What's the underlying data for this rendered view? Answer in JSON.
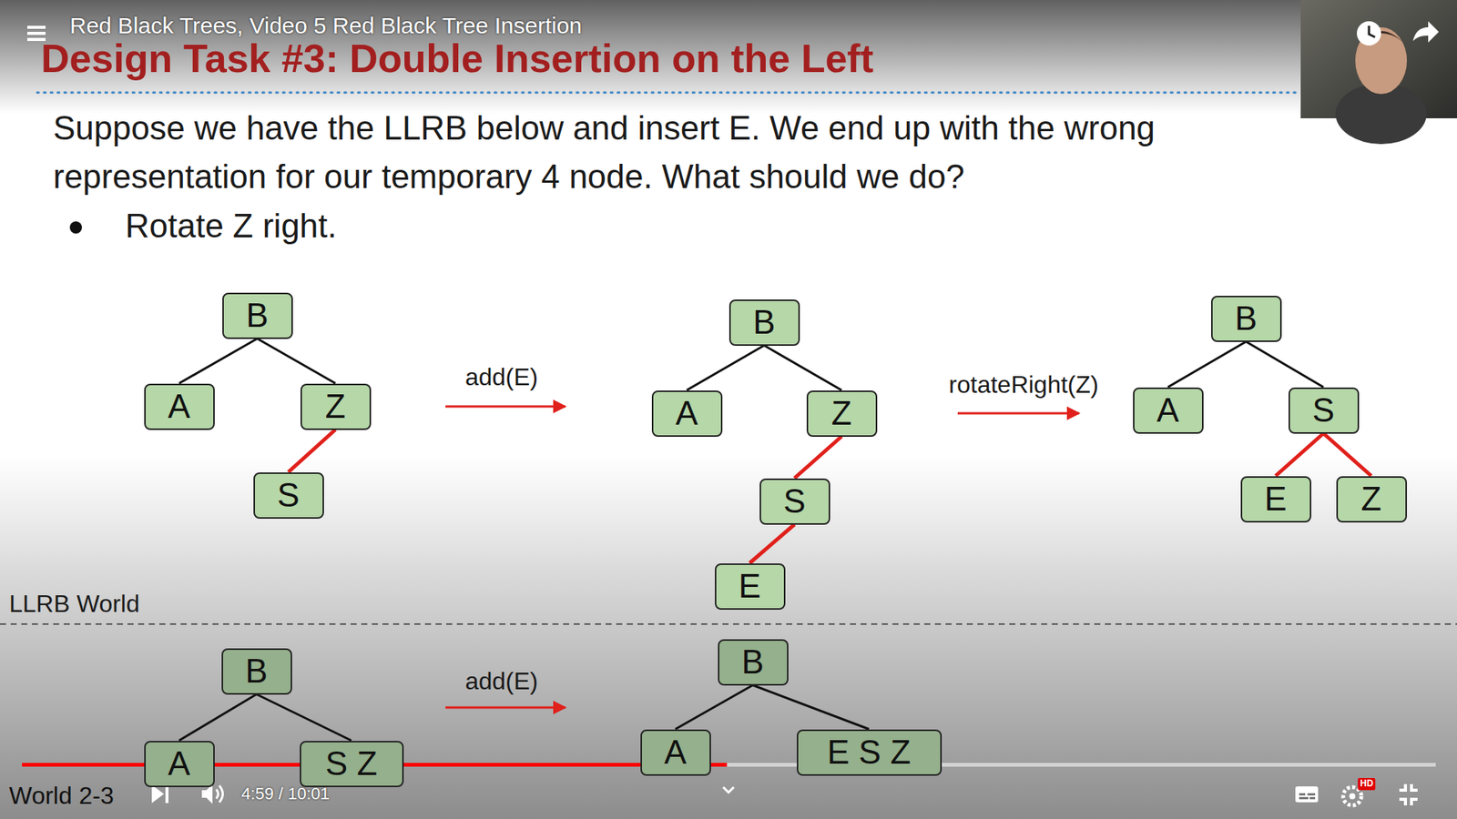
{
  "diagram": {
    "title": "Design Task #3: Double Insertion on the Left",
    "nodes": [
      {
        "text": [
          "B"
        ]
      },
      {
        "text": [
          "A"
        ]
      },
      {
        "text": [
          "Z"
        ]
      },
      {
        "text": [
          "S"
        ]
      },
      {
        "text": [
          "B"
        ]
      },
      {
        "text": [
          "A"
        ]
      },
      {
        "text": [
          "Z"
        ]
      },
      {
        "text": [
          "S"
        ]
      },
      {
        "text": [
          "E"
        ]
      },
      {
        "text": [
          "B"
        ]
      },
      {
        "text": [
          "A"
        ]
      },
      {
        "text": [
          "S"
        ]
      },
      {
        "text": [
          "E"
        ]
      },
      {
        "text": [
          "Z"
        ]
      },
      {
        "text": [
          "B"
        ]
      },
      {
        "text": [
          "A"
        ]
      },
      {
        "text": [
          "S Z"
        ]
      },
      {
        "text": [
          "B"
        ]
      },
      {
        "text": [
          "A"
        ]
      },
      {
        "text": [
          "E S Z"
        ]
      }
    ],
    "edges": [
      {
        "from": 0,
        "to": 1,
        "arrow": "none"
      },
      {
        "from": 0,
        "to": 2,
        "arrow": "none"
      },
      {
        "from": 2,
        "to": 3,
        "arrow": "none"
      },
      {
        "from": 4,
        "to": 5,
        "arrow": "none"
      },
      {
        "from": 4,
        "to": 6,
        "arrow": "none"
      },
      {
        "from": 6,
        "to": 7,
        "arrow": "none"
      },
      {
        "from": 7,
        "to": 8,
        "arrow": "none"
      },
      {
        "from": 9,
        "to": 10,
        "arrow": "none"
      },
      {
        "from": 9,
        "to": 11,
        "arrow": "none"
      },
      {
        "from": 11,
        "to": 12,
        "arrow": "none"
      },
      {
        "from": 11,
        "to": 13,
        "arrow": "none"
      },
      {
        "from": 14,
        "to": 15,
        "arrow": "none"
      },
      {
        "from": 14,
        "to": 16,
        "arrow": "none"
      },
      {
        "from": 17,
        "to": 18,
        "arrow": "none"
      },
      {
        "from": 17,
        "to": 19,
        "arrow": "none"
      }
    ],
    "labels": [
      "Red Black Trees, Video 5 Red Black Tree Insertion",
      "Suppose we have the LLRB below and insert E. We end up with the wrong representation for our temporary 4 node. What should we do?",
      "Rotate Z right.",
      "add(E)",
      "rotateRight(Z)",
      "add(E)",
      "LLRB World",
      "World 2-3",
      "4:59 / 10:01",
      "HD"
    ]
  }
}
